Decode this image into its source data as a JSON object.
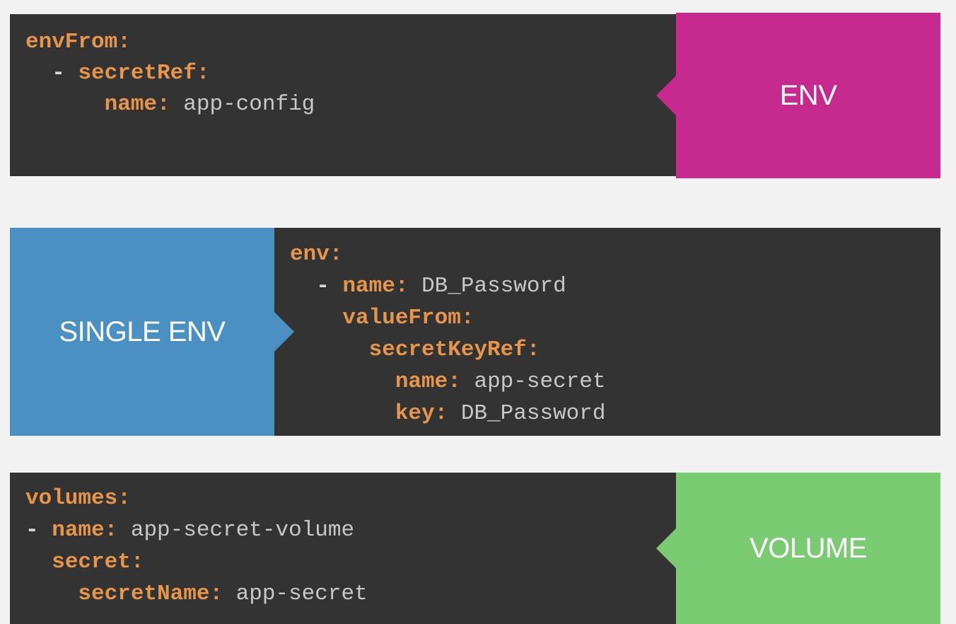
{
  "colors": {
    "code_bg": "#333333",
    "keyword": "#e6954a",
    "value": "#c8c8c8",
    "env_tag": "#c72a8f",
    "single_env_tag": "#4a90c2",
    "volume_tag": "#7acb72",
    "page_bg": "#f2f2f2"
  },
  "env_panel": {
    "tag_label": "ENV",
    "code": {
      "l1_key": "envFrom",
      "l1_colon": ":",
      "l2_dash": "- ",
      "l2_key": "secretRef",
      "l2_colon": ":",
      "l3_key": "name",
      "l3_colon": ":",
      "l3_value": " app-config"
    }
  },
  "single_env_panel": {
    "tag_label": "SINGLE ENV",
    "code": {
      "l1_key": "env",
      "l1_colon": ":",
      "l2_dash": "- ",
      "l2_key": "name",
      "l2_colon": ":",
      "l2_value": " DB_Password",
      "l3_key": "valueFrom",
      "l3_colon": ":",
      "l4_key": "secretKeyRef",
      "l4_colon": ":",
      "l5_key": "name",
      "l5_colon": ":",
      "l5_value": " app-secret",
      "l6_key": "key",
      "l6_colon": ":",
      "l6_value": " DB_Password"
    }
  },
  "volume_panel": {
    "tag_label": "VOLUME",
    "code": {
      "l1_key": "volumes",
      "l1_colon": ":",
      "l2_dash": "- ",
      "l2_key": "name",
      "l2_colon": ":",
      "l2_value": " app-secret-volume",
      "l3_key": "secret",
      "l3_colon": ":",
      "l4_key": "secretName",
      "l4_colon": ":",
      "l4_value": " app-secret"
    }
  }
}
